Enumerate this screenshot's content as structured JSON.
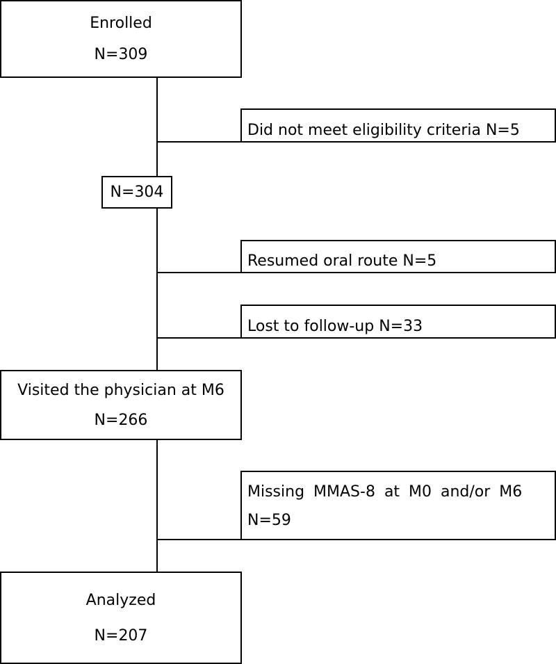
{
  "nodes": {
    "enrolled": {
      "label": "Enrolled",
      "count": "N=309"
    },
    "excluded_eligibility": {
      "label": "Did not meet eligibility criteria N=5"
    },
    "eligible": {
      "count": "N=304"
    },
    "resumed_oral": {
      "label": "Resumed oral route N=5"
    },
    "lost_follow_up": {
      "label": "Lost to follow-up N=33"
    },
    "visited_m6": {
      "label": "Visited the physician at M6",
      "count": "N=266"
    },
    "missing_mmas": {
      "label": "Missing MMAS-8 at M0 and/or M6",
      "count": "N=59"
    },
    "analyzed": {
      "label": "Analyzed",
      "count": "N=207"
    }
  }
}
